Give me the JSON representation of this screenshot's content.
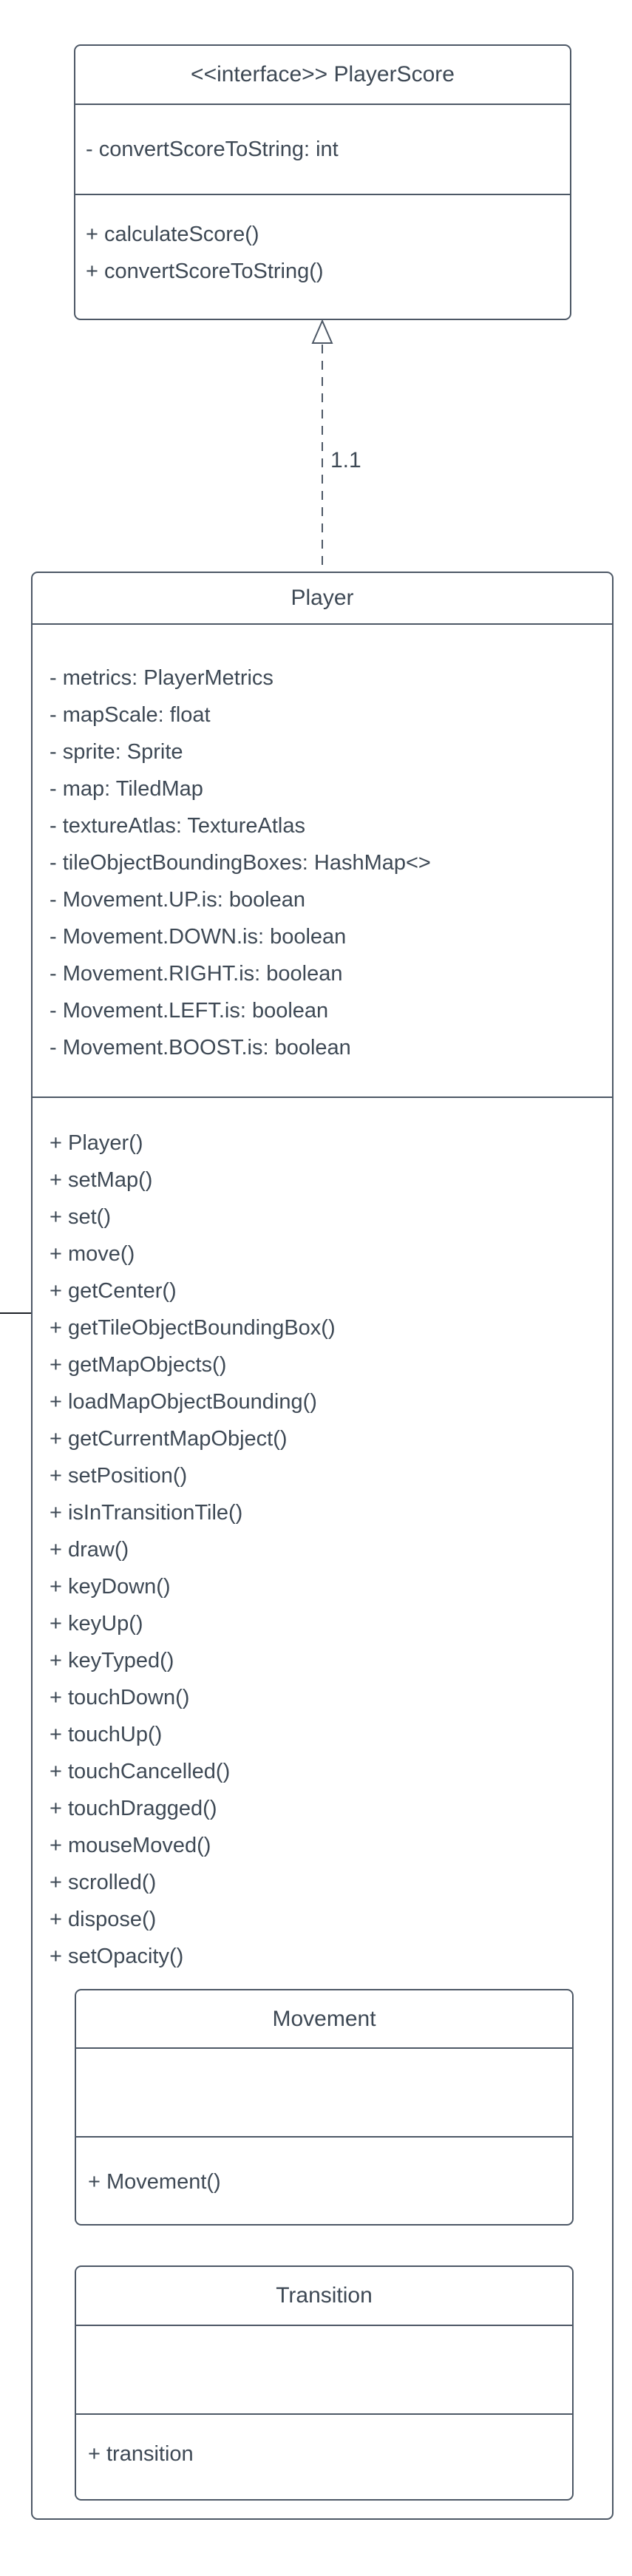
{
  "diagram": {
    "interface_box": {
      "title": "<<interface>> PlayerScore",
      "attributes": [
        "- convertScoreToString: int"
      ],
      "methods": [
        "+ calculateScore()",
        "+ convertScoreToString()"
      ]
    },
    "relation": {
      "type": "realization-dashed-arrow",
      "label": "1.1"
    },
    "player_box": {
      "title": "Player",
      "attributes": [
        "- metrics: PlayerMetrics",
        "- mapScale: float",
        "- sprite: Sprite",
        "- map: TiledMap",
        "- textureAtlas: TextureAtlas",
        "- tileObjectBoundingBoxes: HashMap<>",
        "- Movement.UP.is: boolean",
        "- Movement.DOWN.is: boolean",
        "- Movement.RIGHT.is: boolean",
        "- Movement.LEFT.is: boolean",
        "- Movement.BOOST.is: boolean"
      ],
      "methods": [
        "+ Player()",
        "+ setMap()",
        "+ set()",
        "+ move()",
        "+ getCenter()",
        "+ getTileObjectBoundingBox()",
        "+ getMapObjects()",
        "+ loadMapObjectBounding()",
        "+ getCurrentMapObject()",
        "+ setPosition()",
        "+ isInTransitionTile()",
        "+ draw()",
        "+ keyDown()",
        "+ keyUp()",
        "+ keyTyped()",
        "+ touchDown()",
        "+ touchUp()",
        "+ touchCancelled()",
        "+ touchDragged()",
        "+ mouseMoved()",
        "+ scrolled()",
        "+ dispose()",
        "+ setOpacity()"
      ],
      "inner": [
        {
          "title": "Movement",
          "attributes": [],
          "methods": [
            "+ Movement()"
          ]
        },
        {
          "title": "Transition",
          "attributes": [],
          "methods": [
            "+ transition"
          ]
        }
      ]
    },
    "colors": {
      "ink": "#3e4955",
      "line": "#4d5866",
      "connector": "#1c2026",
      "background": "#ffffff"
    }
  }
}
